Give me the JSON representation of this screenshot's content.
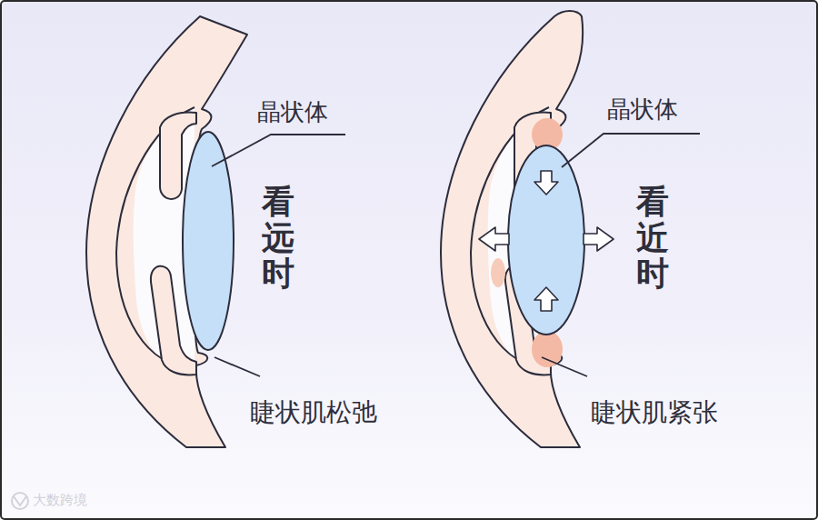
{
  "diagram": {
    "labels": [
      "晶状体",
      "看远时",
      "睫状肌松弛",
      "晶状体",
      "看近时",
      "睫状肌紧张",
      "大数跨境"
    ]
  }
}
